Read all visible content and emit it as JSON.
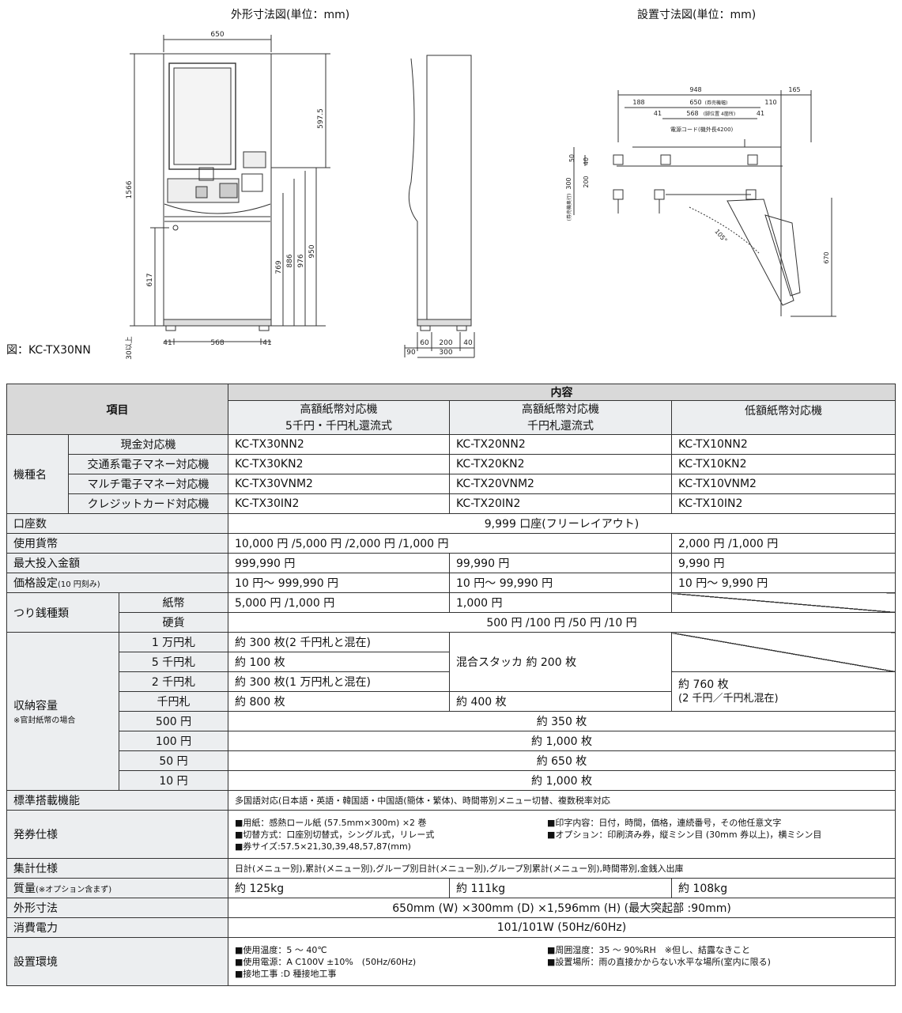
{
  "drawing": {
    "title_left": "外形寸法図(単位：mm)",
    "title_right": "設置寸法図(単位：mm)",
    "caption": "図：KC-TX30NN",
    "front_dims": {
      "width": "650",
      "foot_width": "568",
      "foot_left": "41",
      "foot_right": "41",
      "height": "1566",
      "top_section": "597.5",
      "h617": "617",
      "h769": "769",
      "h886": "886",
      "h950": "950",
      "h976": "976",
      "adjust": "30以上"
    },
    "side_dims": {
      "d90": "90",
      "d60": "60",
      "d200": "200",
      "d40": "40",
      "d300": "300"
    },
    "install_dims": {
      "d948": "948",
      "d165": "165",
      "d188": "188",
      "d650": "650",
      "d650_note": "(券売機幅)",
      "d110": "110",
      "d568": "568",
      "d568_note": "(脚位置 4箇所)",
      "d41a": "41",
      "d41b": "41",
      "cord": "電源コード(機外長4200)",
      "v50": "50",
      "v40": "40",
      "v200": "200",
      "v300": "300",
      "v300_note": "(券売機奥行)",
      "angle": "105°",
      "v670": "670"
    }
  },
  "table": {
    "header": {
      "item": "項目",
      "content": "内容",
      "col1a": "高額紙幣対応機",
      "col1b": "5千円・千円札還流式",
      "col2a": "高額紙幣対応機",
      "col2b": "千円札還流式",
      "col3": "低額紙幣対応機"
    },
    "model": {
      "label": "機種名",
      "rows": [
        {
          "type": "現金対応機",
          "c1": "KC-TX30NN2",
          "c2": "KC-TX20NN2",
          "c3": "KC-TX10NN2"
        },
        {
          "type": "交通系電子マネー対応機",
          "c1": "KC-TX30KN2",
          "c2": "KC-TX20KN2",
          "c3": "KC-TX10KN2"
        },
        {
          "type": "マルチ電子マネー対応機",
          "c1": "KC-TX30VNM2",
          "c2": "KC-TX20VNM2",
          "c3": "KC-TX10VNM2"
        },
        {
          "type": "クレジットカード対応機",
          "c1": "KC-TX30IN2",
          "c2": "KC-TX20IN2",
          "c3": "KC-TX10IN2"
        }
      ]
    },
    "accounts": {
      "label": "口座数",
      "value": "9,999 口座(フリーレイアウト)"
    },
    "currency": {
      "label": "使用貨幣",
      "c12": "10,000 円 /5,000 円 /2,000 円 /1,000 円",
      "c3": "2,000 円 /1,000 円"
    },
    "max_input": {
      "label": "最大投入金額",
      "c1": "999,990 円",
      "c2": "99,990 円",
      "c3": "9,990 円"
    },
    "price": {
      "label": "価格設定",
      "note": "(10 円刻み)",
      "c1": "10 円～ 999,990 円",
      "c2": "10 円～ 99,990 円",
      "c3": "10 円～ 9,990 円"
    },
    "change": {
      "label": "つり銭種類",
      "bill_label": "紙幣",
      "bill_c1": "5,000 円 /1,000 円",
      "bill_c2": "1,000 円",
      "coin_label": "硬貨",
      "coin_value": "500 円 /100 円 /50 円 /10 円"
    },
    "capacity": {
      "label": "収納容量",
      "note": "※官封紙幣の場合",
      "r10000": "1 万円札",
      "r5000": "5 千円札",
      "r2000": "2 千円札",
      "r1000": "千円札",
      "r10000_c1": "約 300 枚(2 千円札と混在)",
      "r5000_c1": "約 100 枚",
      "r2000_c1": "約 300 枚(1 万円札と混在)",
      "r1000_c1": "約 800 枚",
      "stacker_c2": "混合スタッカ 約 200 枚",
      "r1000_c2": "約 400 枚",
      "c3_a": "約 760 枚",
      "c3_b": "(2 千円／千円札混在)",
      "coins": [
        {
          "label": "500 円",
          "value": "約 350 枚"
        },
        {
          "label": "100 円",
          "value": "約 1,000 枚"
        },
        {
          "label": "50 円",
          "value": "約 650 枚"
        },
        {
          "label": "10 円",
          "value": "約 1,000 枚"
        }
      ]
    },
    "features": {
      "label": "標準搭載機能",
      "value": "多国語対応(日本語・英語・韓国語・中国語(簡体・繁体)、時間帯別メニュー切替、複数税率対応"
    },
    "ticket": {
      "label": "発券仕様",
      "l1": "■用紙：感熱ロール紙 (57.5mm×300m) ×2 巻",
      "l2": "■切替方式：口座別切替式，シングル式，リレー式",
      "l3": "■券サイズ:57.5×21,30,39,48,57,87(mm)",
      "r1": "■印字内容：日付，時間，価格，連続番号，その他任意文字",
      "r2": "■オプション：印刷済み券，縦ミシン目 (30mm 券以上)，横ミシン目"
    },
    "aggregate": {
      "label": "集計仕様",
      "value": "日計(メニュー別),累計(メニュー別),グループ別日計(メニュー別),グループ別累計(メニュー別),時間帯別,金銭入出庫"
    },
    "weight": {
      "label": "質量",
      "note": "(※オプション含まず)",
      "c1": "約 125kg",
      "c2": "約 111kg",
      "c3": "約 108kg"
    },
    "dimensions": {
      "label": "外形寸法",
      "value": "650mm (W) ×300mm (D) ×1,596mm (H) (最大突起部 :90mm)"
    },
    "power": {
      "label": "消費電力",
      "value": "101/101W (50Hz/60Hz)"
    },
    "environment": {
      "label": "設置環境",
      "l1": "■使用温度：5 ～ 40℃",
      "l2": "■使用電源：A C100V ±10%　(50Hz/60Hz)",
      "l3": "■接地工事 :D 種接地工事",
      "r1": "■周囲湿度：35 ～ 90%RH　※但し、結露なきこと",
      "r2": "■設置場所：雨の直接かからない水平な場所(室内に限る)"
    }
  }
}
